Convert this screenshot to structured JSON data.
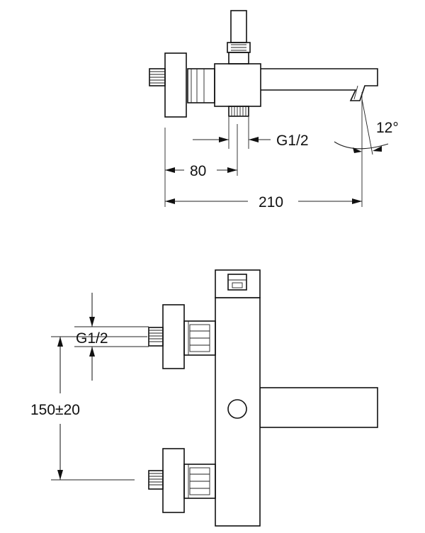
{
  "top_view": {
    "thread_label": "G1/2",
    "dim_80": "80",
    "dim_210": "210",
    "angle_label": "12°"
  },
  "front_view": {
    "thread_label": "G1/2",
    "center_distance_label": "150±20"
  }
}
